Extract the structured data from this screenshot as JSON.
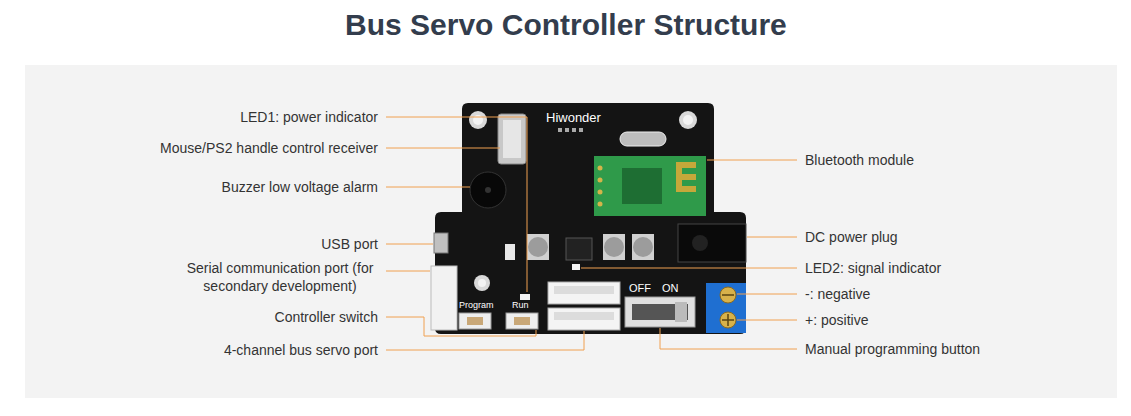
{
  "diagram": {
    "title": "Bus Servo Controller Structure",
    "labels": [
      "LED1: power indicator",
      "Mouse/PS2 handle control receiver",
      "Buzzer low voltage alarm",
      "USB port",
      "Serial communication port (for secondary development)",
      "Controller switch",
      "4-channel bus servo port",
      "Bluetooth module",
      "DC power plug",
      "LED2: signal indicator",
      "-: negative",
      "+: positive",
      "Manual programming button",
      "Hiwonder",
      "OFF",
      "ON",
      "Program",
      "Run"
    ]
  }
}
